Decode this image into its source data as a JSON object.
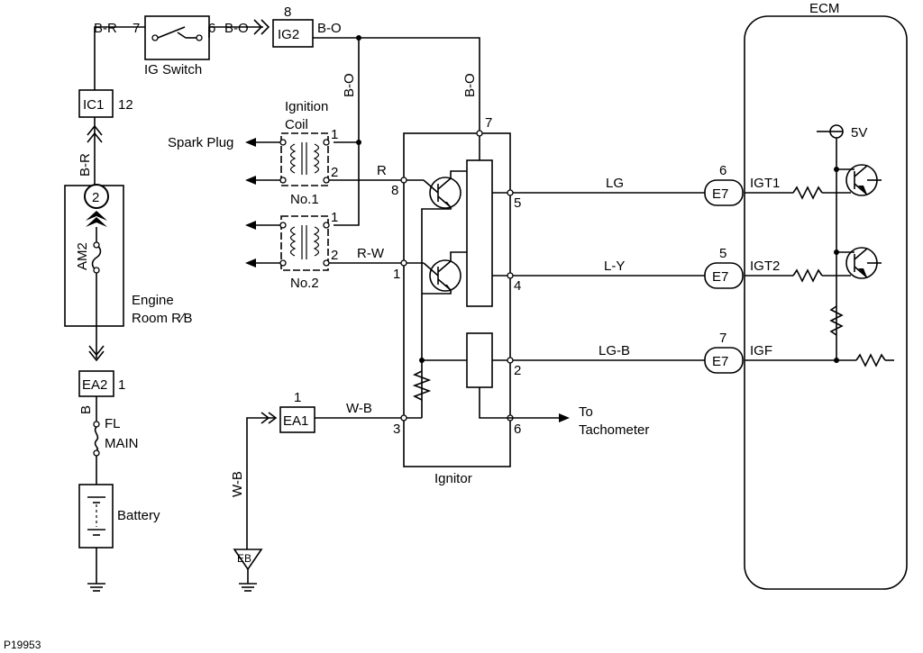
{
  "diagram": {
    "figure_id": "P19953",
    "components": {
      "ecm": "ECM",
      "ig_switch": "IG Switch",
      "ignition_coil_line1": "Ignition",
      "ignition_coil_line2": "Coil",
      "coil1": "No.1",
      "coil2": "No.2",
      "spark_plug": "Spark Plug",
      "ignitor": "Ignitor",
      "tachometer_line1": "To",
      "tachometer_line2": "Tachometer",
      "engine_room_line1": "Engine",
      "engine_room_line2": "Room R∕B",
      "fl_line1": "FL",
      "fl_line2": "MAIN",
      "battery": "Battery",
      "am2": "AM2",
      "v5": "5V"
    },
    "connectors": {
      "ig2": "IG2",
      "ic1": "IC1",
      "ea2": "EA2",
      "ea1": "EA1",
      "eb": "EB",
      "e7a": "E7",
      "e7b": "E7",
      "e7c": "E7",
      "rb_fuse": "2"
    },
    "wire_colors": {
      "br_top": "B-R",
      "bo_sw": "B-O",
      "bo_ig2": "B-O",
      "br_vert": "B-R",
      "bo_vert1": "B-O",
      "bo_vert2": "B-O",
      "r": "R",
      "rw": "R-W",
      "lg": "LG",
      "ly": "L-Y",
      "lgb": "LG-B",
      "wb_h": "W-B",
      "wb_v": "W-B",
      "b": "B"
    },
    "signals": {
      "igt1": "IGT1",
      "igt2": "IGT2",
      "igf": "IGF"
    },
    "pins": {
      "sw7": "7",
      "sw6": "6",
      "ig2_8": "8",
      "ic1_12": "12",
      "coil1_1": "1",
      "coil1_2": "2",
      "coil2_1": "1",
      "coil2_2": "2",
      "ign7": "7",
      "ign8": "8",
      "ign1": "1",
      "ign5": "5",
      "ign4": "4",
      "ign2": "2",
      "ign3": "3",
      "ign6": "6",
      "e7_6": "6",
      "e7_5": "5",
      "e7_7": "7",
      "ea2_1": "1",
      "ea1_1": "1"
    }
  }
}
